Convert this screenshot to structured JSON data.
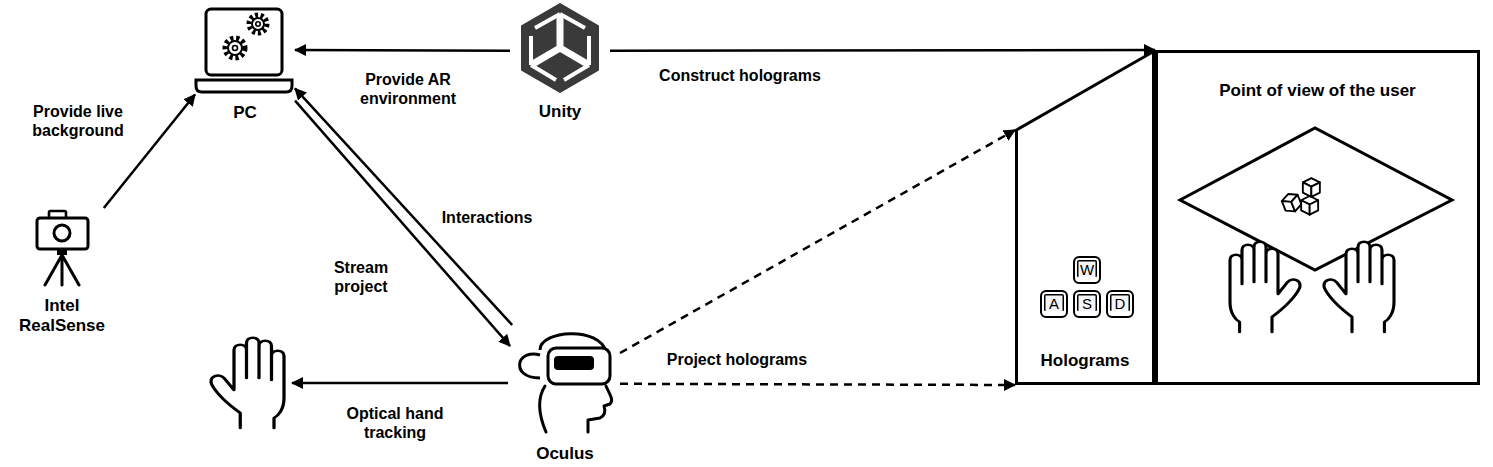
{
  "diagram": {
    "nodes": [
      {
        "text": [
          "PC"
        ]
      },
      {
        "text": [
          "Unity"
        ]
      },
      {
        "text": [
          "Intel RealSense"
        ]
      },
      {
        "text": [
          "Oculus"
        ]
      },
      {
        "text": [
          "Holograms"
        ]
      },
      {
        "text": [
          "W"
        ],
        "in": 4
      },
      {
        "text": [
          "A"
        ],
        "in": 4
      },
      {
        "text": [
          "S"
        ],
        "in": 4
      },
      {
        "text": [
          "D"
        ],
        "in": 4
      },
      {
        "text": [
          "Point of view of the user"
        ]
      }
    ],
    "edges": [
      {
        "from": 2,
        "to": 0,
        "label": "Provide live background",
        "arrow": "to"
      },
      {
        "from": 1,
        "to": 0,
        "label": "Provide AR environment",
        "arrow": "to"
      },
      {
        "from": 1,
        "to": 4,
        "label": "Construct holograms",
        "arrow": "to"
      },
      {
        "from": 3,
        "to": 0,
        "label": "Interactions",
        "arrow": "to"
      },
      {
        "from": 0,
        "to": 3,
        "label": "Stream project",
        "arrow": "to"
      },
      {
        "from": 3,
        "to": 4,
        "arrow": "to"
      },
      {
        "from": 3,
        "to": 4,
        "label": "Project holograms",
        "arrow": "to"
      }
    ],
    "labels": [
      "Optical hand tracking"
    ]
  }
}
